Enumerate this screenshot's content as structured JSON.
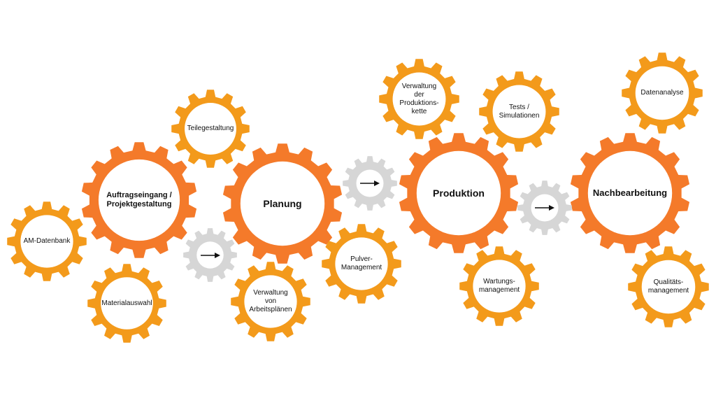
{
  "colors": {
    "main_gear": "#f47a2a",
    "small_gear": "#f39a1b",
    "connector_gear": "#d6d6d6",
    "gear_hole": "#ffffff",
    "text": "#111111",
    "arrow": "#111111"
  },
  "gears": {
    "am_datenbank": {
      "label": "AM-Datenbank",
      "type": "small"
    },
    "materialauswahl": {
      "label": "Materialauswahl",
      "type": "small"
    },
    "auftragseingang": {
      "label": "Auftragseingang /\nProjektgestaltung",
      "type": "main"
    },
    "teilegestaltung": {
      "label": "Teilegestaltung",
      "type": "small"
    },
    "planung": {
      "label": "Planung",
      "type": "main"
    },
    "arbeitsplaene": {
      "label": "Verwaltung\nvon\nArbeitsplänen",
      "type": "small"
    },
    "pulver": {
      "label": "Pulver-\nManagement",
      "type": "small"
    },
    "produktionskette": {
      "label": "Verwaltung\nder\nProduktions-\nkette",
      "type": "small"
    },
    "tests": {
      "label": "Tests /\nSimulationen",
      "type": "small"
    },
    "produktion": {
      "label": "Produktion",
      "type": "main"
    },
    "wartung": {
      "label": "Wartungs-\nmanagement",
      "type": "small"
    },
    "nachbearbeitung": {
      "label": "Nachbearbeitung",
      "type": "main"
    },
    "datenanalyse": {
      "label": "Datenanalyse",
      "type": "small"
    },
    "qualitaet": {
      "label": "Qualitäts-\nmanagement",
      "type": "small"
    }
  },
  "connectors": [
    {
      "from": "Auftragseingang / Projektgestaltung",
      "to": "Planung",
      "icon": "arrow-right-icon"
    },
    {
      "from": "Planung",
      "to": "Produktion",
      "icon": "arrow-right-icon"
    },
    {
      "from": "Produktion",
      "to": "Nachbearbeitung",
      "icon": "arrow-right-icon"
    }
  ]
}
